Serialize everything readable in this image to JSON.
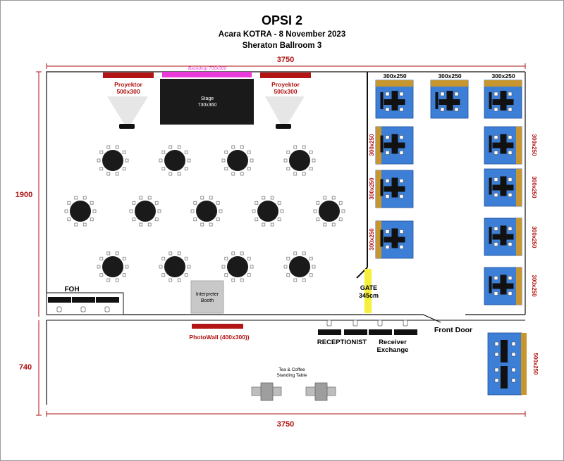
{
  "header": {
    "title": "OPSI 2",
    "subtitle": "Acara KOTRA - 8 November 2023",
    "venue": "Sheraton Ballroom 3"
  },
  "dimensions": {
    "top_width": "3750",
    "bottom_width": "3750",
    "hall_height": "1900",
    "lobby_height": "740"
  },
  "labels": {
    "backdrop": "Backdrop 700x300",
    "stage_line1": "Stage",
    "stage_line2": "730x360",
    "projector_name": "Proyektor",
    "projector_size": "500x300",
    "foh": "FOH",
    "interpreter_line1": "Interpreter",
    "interpreter_line2": "Booth",
    "gate_line1": "GATE",
    "gate_line2": "345cm",
    "photowall": "PhotoWall (400x300))",
    "front_door": "Front Door",
    "receptionist": "RECEPTIONIST",
    "receiver_line1": "Receiver",
    "receiver_line2": "Exchange",
    "tea_line1": "Tea & Coffee",
    "tea_line2": "Standing Table"
  },
  "booths": {
    "top_label": "300x250",
    "side_label": "300x250",
    "lobby_label": "500x250"
  },
  "colors": {
    "dim_red": "#b01010",
    "booth_blue": "#3d7fd6",
    "booth_gold": "#c8962e",
    "backdrop_magenta": "#e83ad8",
    "gate_yellow": "#f5f03a",
    "stage_black": "#1a1a1a"
  },
  "round_tables": {
    "count": 13
  }
}
